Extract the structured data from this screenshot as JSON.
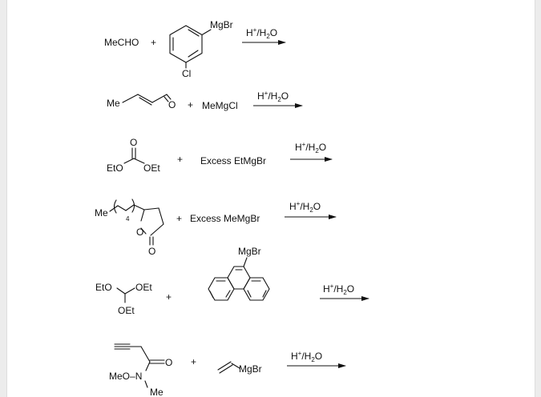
{
  "reactions": [
    {
      "reactant1_label": "MeCHO",
      "plus1": "+",
      "reagent_group": "MgBr",
      "substituent": "Cl",
      "arrow": {
        "main": "H",
        "sup": "+",
        "mid": "/H",
        "sub": "2",
        "end": "O"
      }
    },
    {
      "methyl_label": "Me",
      "oxygen_label": "O",
      "plus1": "+",
      "reagent": "MeMgCl",
      "arrow": {
        "main": "H",
        "sup": "+",
        "mid": "/H",
        "sub": "2",
        "end": "O"
      }
    },
    {
      "carbonyl_o": "O",
      "left_group": "EtO",
      "right_group": "OEt",
      "plus1": "+",
      "reagent": "Excess EtMgBr",
      "arrow": {
        "main": "H",
        "sup": "+",
        "mid": "/H",
        "sub": "2",
        "end": "O"
      }
    },
    {
      "methyl_label": "Me",
      "repeat_count": "4",
      "ring_o": "O",
      "carbonyl_o": "O",
      "plus1": "+",
      "reagent": "Excess MeMgBr",
      "arrow": {
        "main": "H",
        "sup": "+",
        "mid": "/H",
        "sub": "2",
        "end": "O"
      }
    },
    {
      "group1": "EtO",
      "group2": "OEt",
      "group3": "OEt",
      "plus1": "+",
      "reagent_group": "MgBr",
      "arrow": {
        "main": "H",
        "sup": "+",
        "mid": "/H",
        "sub": "2",
        "end": "O"
      }
    },
    {
      "carbonyl_o": "O",
      "methoxy": "MeO",
      "dash": "–",
      "nitrogen": "N",
      "n_methyl": "Me",
      "plus1": "+",
      "reagent_group": "MgBr",
      "arrow": {
        "main": "H",
        "sup": "+",
        "mid": "/H",
        "sub": "2",
        "end": "O"
      }
    }
  ]
}
